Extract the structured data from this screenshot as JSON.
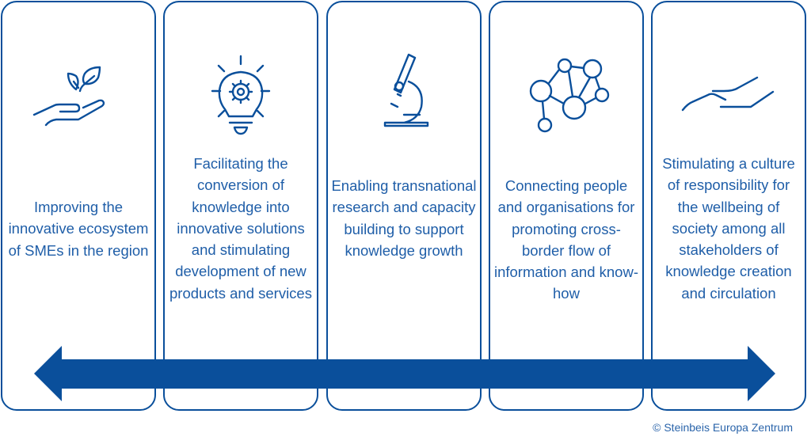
{
  "cards": [
    {
      "icon": "plant-in-hand-icon",
      "text": "Improving the innovative ecosystem of SMEs in the region"
    },
    {
      "icon": "lightbulb-gear-icon",
      "text": "Facilitating the conversion of knowledge into innovative solutions and stimulating development of new products and services"
    },
    {
      "icon": "microscope-icon",
      "text": "Enabling transnational research and capacity building to support knowledge growth"
    },
    {
      "icon": "people-network-icon",
      "text": "Connecting people and organisations for promoting cross-border flow of information and know-how"
    },
    {
      "icon": "open-hand-icon",
      "text": "Stimulating a culture of responsibility for the wellbeing of society among all stakeholders of knowledge creation and circulation"
    }
  ],
  "copyright": "© Steinbeis Europa Zentrum",
  "colors": {
    "primary": "#0a4f9b",
    "text": "#1f5ea8"
  }
}
